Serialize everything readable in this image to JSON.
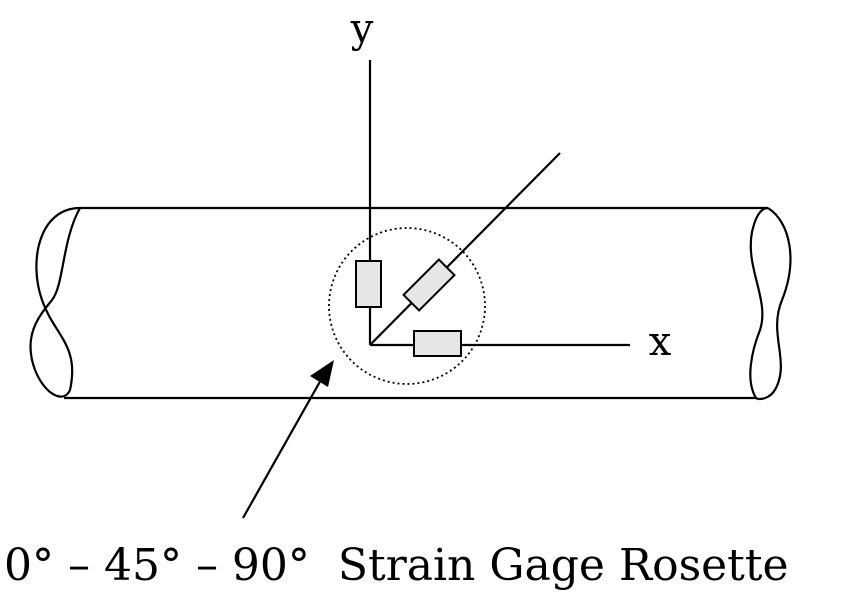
{
  "axes": {
    "x_label": "x",
    "y_label": "y"
  },
  "caption": {
    "text": "0° – 45° – 90°  Strain Gage Rosette"
  },
  "colors": {
    "stroke": "#000000",
    "gauge_fill": "#e6e6e6",
    "background": "#ffffff"
  }
}
